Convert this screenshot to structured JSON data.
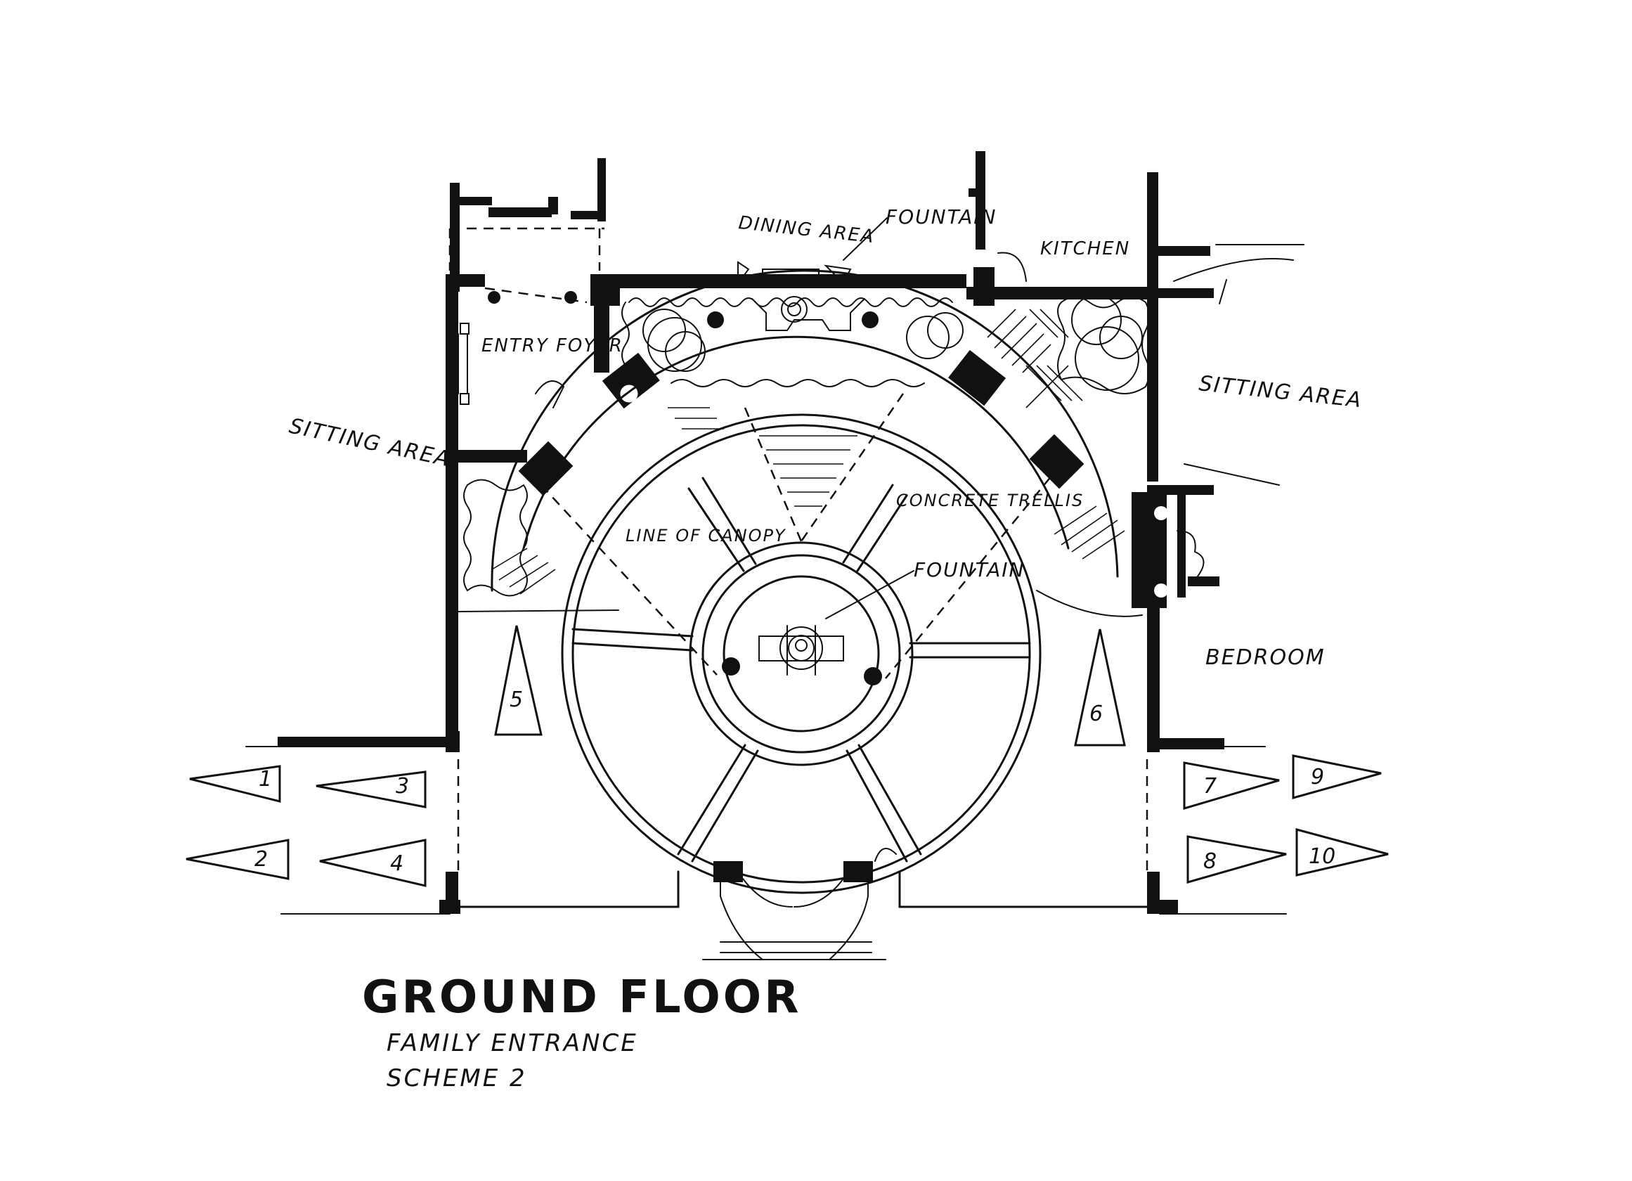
{
  "labels": {
    "dining_area": "DINING AREA",
    "fountain_top": "FOUNTAIN",
    "kitchen": "KITCHEN",
    "entry_foyer": "ENTRY FOYER",
    "sitting_area_left": "SITTING AREA",
    "sitting_area_right": "SITTING AREA",
    "concrete_trellis": "CONCRETE TRELLIS",
    "line_of_canopy": "LINE OF CANOPY",
    "fountain_center": "FOUNTAIN",
    "bedroom": "BEDROOM"
  },
  "markers": [
    "1",
    "2",
    "3",
    "4",
    "5",
    "6",
    "7",
    "8",
    "9",
    "10"
  ],
  "title": {
    "main": "GROUND FLOOR",
    "line1": "FAMILY ENTRANCE",
    "line2": "SCHEME 2"
  }
}
